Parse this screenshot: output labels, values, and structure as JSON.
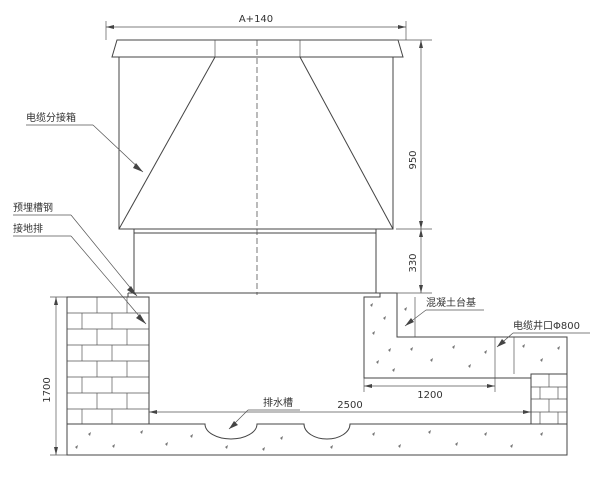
{
  "labels": {
    "cable_box": "电缆分接箱",
    "embedded_channel_steel": "预埋槽钢",
    "grounding_bar": "接地排",
    "concrete_base": "混凝土台基",
    "cable_well": "电缆井口Φ800",
    "drain_channel": "排水槽"
  },
  "dimensions": {
    "top_width": "A+140",
    "box_height": "950",
    "base_height": "330",
    "well_depth": "1700",
    "base_width": "1200",
    "well_length": "2500"
  },
  "colors": {
    "line": "#444444",
    "hatch": "#777777",
    "background": "#ffffff"
  }
}
